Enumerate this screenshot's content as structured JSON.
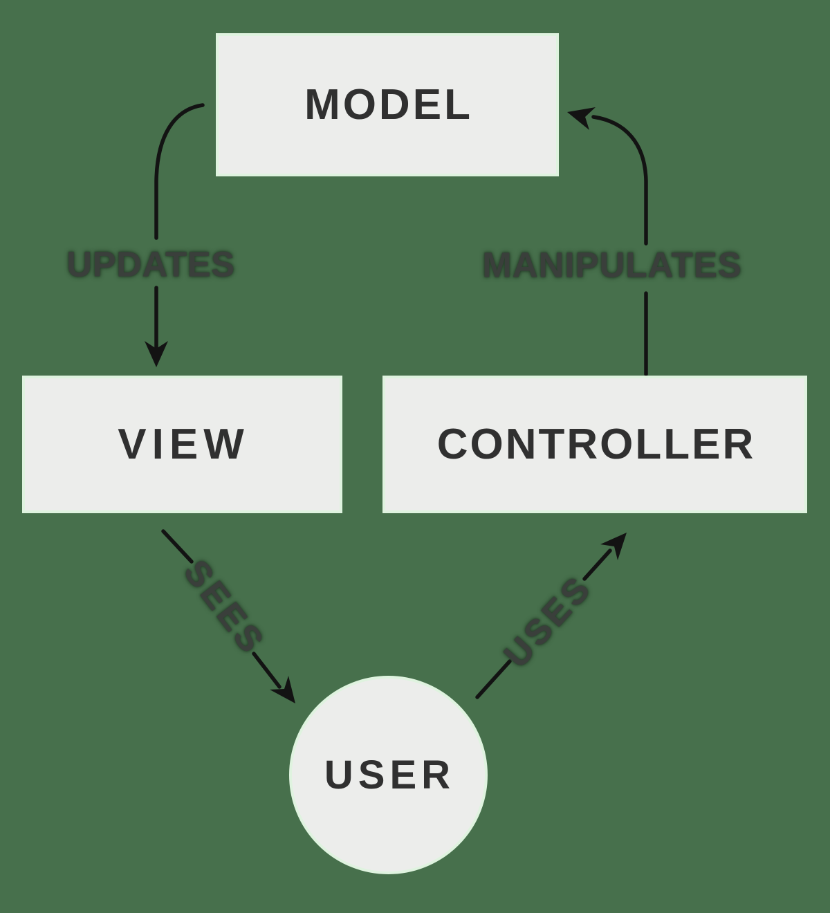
{
  "colors": {
    "background": "#47704C",
    "node_fill": "#ECEDEB",
    "node_fringe": "#DFF3DF",
    "node_text": "#303030",
    "edge_text": "#3A3F3B",
    "arrow": "#131313"
  },
  "diagram": {
    "nodes": [
      {
        "id": "model",
        "label": "MODEL",
        "shape": "rect"
      },
      {
        "id": "view",
        "label": "VIEW",
        "shape": "rect"
      },
      {
        "id": "controller",
        "label": "CONTROLLER",
        "shape": "rect"
      },
      {
        "id": "user",
        "label": "USER",
        "shape": "circle"
      }
    ],
    "edges": [
      {
        "id": "updates",
        "from": "model",
        "to": "view",
        "label": "UPDATES"
      },
      {
        "id": "manipulates",
        "from": "controller",
        "to": "model",
        "label": "MANIPULATES"
      },
      {
        "id": "sees",
        "from": "view",
        "to": "user",
        "label": "SEES"
      },
      {
        "id": "uses",
        "from": "user",
        "to": "controller",
        "label": "USES"
      }
    ]
  }
}
